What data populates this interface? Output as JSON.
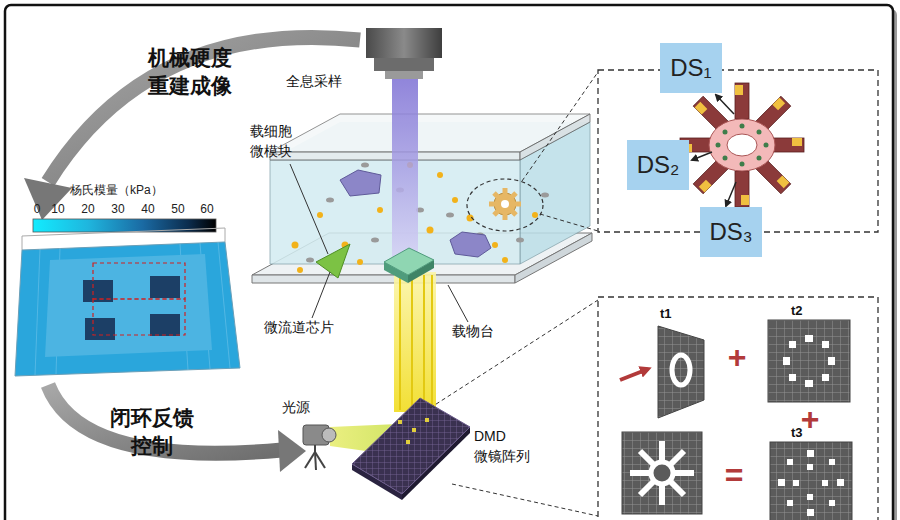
{
  "diagram": {
    "nodes": [
      {
        "text": [
          "DS₁"
        ]
      },
      {
        "text": [
          "DS₂"
        ]
      },
      {
        "text": [
          "DS₃"
        ]
      }
    ],
    "labels": [
      "机械硬度 重建成像",
      "全息采样",
      "杨氏模量（kPa）",
      "0",
      "10",
      "20",
      "30",
      "40",
      "50",
      "60",
      "载细胞 微模块",
      "微流道芯片",
      "载物台",
      "闭环反馈 控制",
      "光源",
      "DMD 微镜阵列",
      "t1",
      "+",
      "t2",
      "+",
      "=",
      "t3"
    ]
  }
}
